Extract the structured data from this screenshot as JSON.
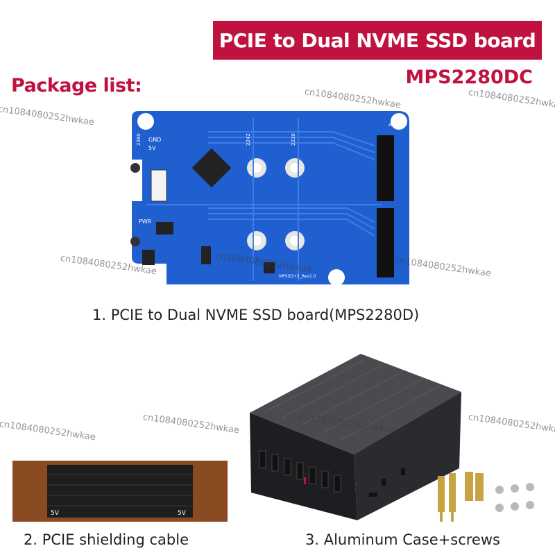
{
  "banner": {
    "title": "PCIE to Dual NVME SSD board"
  },
  "model": "MPS2280DC",
  "package_label": "Package list:",
  "items": [
    {
      "caption": "1. PCIE to Dual NVME SSD board(MPS2280D)"
    },
    {
      "caption": "2. PCIE shielding cable"
    },
    {
      "caption": "3. Aluminum Case+screws"
    }
  ],
  "board_silkscreen": {
    "slot_labels": [
      "2280",
      "2242",
      "2230"
    ],
    "gnd": "GND",
    "five_v": "5V",
    "pwr": "PWR",
    "act": "ACT",
    "version": "MPSSD+2_Rev1.0"
  },
  "cable_labels": [
    "5V",
    "5V"
  ],
  "watermark": "cn1084080252hwkae",
  "colors": {
    "brand": "#c0123f",
    "pcb": "#1f5fd0",
    "cable_tab": "#8a4a22",
    "case": "#2a2b2e"
  }
}
